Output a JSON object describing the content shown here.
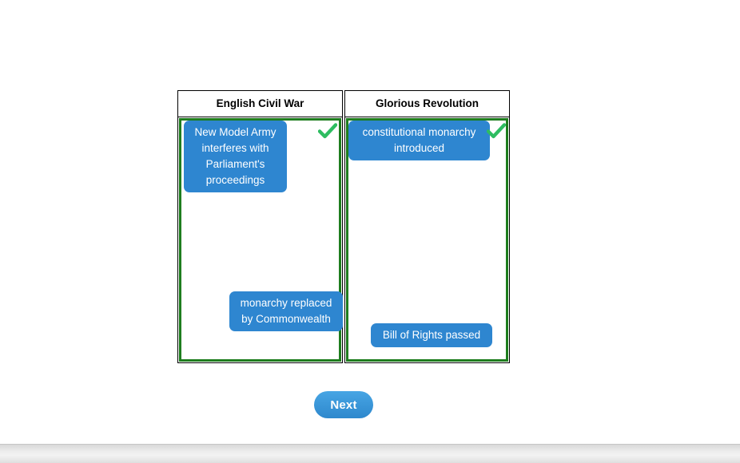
{
  "board": {
    "columns": [
      {
        "header": "English Civil War",
        "chips": [
          "New Model Army interferes with Parliament's proceedings",
          "monarchy replaced by Commonwealth"
        ],
        "status_icon": "checkmark-icon"
      },
      {
        "header": "Glorious Revolution",
        "chips": [
          "constitutional monarchy introduced",
          "Bill of Rights passed"
        ],
        "status_icon": "checkmark-icon"
      }
    ]
  },
  "next_button": {
    "label": "Next"
  },
  "colors": {
    "chip_blue": "#2e86d0",
    "zone_border_green": "#1e7d1e",
    "check_green": "#2ebd61",
    "button_blue": "#2e88cd"
  }
}
